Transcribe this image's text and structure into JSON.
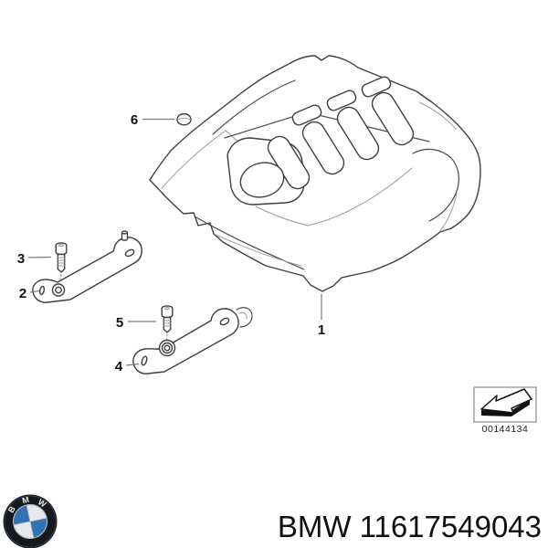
{
  "diagram": {
    "callouts": [
      {
        "label": "1"
      },
      {
        "label": "2"
      },
      {
        "label": "3"
      },
      {
        "label": "4"
      },
      {
        "label": "5"
      },
      {
        "label": "6"
      }
    ],
    "figure_box": {
      "icon": "return-arrow-icon",
      "number": "00144134"
    }
  },
  "footer": {
    "logo_icon": "bmw-roundel-icon",
    "logo_letters": [
      "B",
      "M",
      "W"
    ],
    "brand_name": "BMW",
    "part_number": "11617549043"
  },
  "colors": {
    "background": "#ffffff",
    "drawing_line": "#3f3f3f",
    "leader_line": "#7a7a7a",
    "text": "#111111",
    "bmw_blue": "#3173b4",
    "logo_ring": "#16191d"
  }
}
